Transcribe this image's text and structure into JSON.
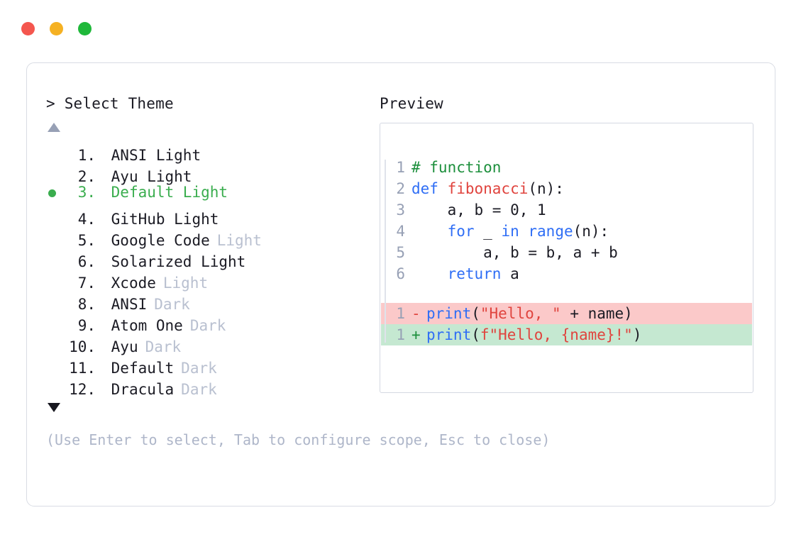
{
  "window": {
    "traffic_lights": [
      {
        "name": "close",
        "color": "#f4564e"
      },
      {
        "name": "minimize",
        "color": "#f5b123"
      },
      {
        "name": "maximize",
        "color": "#1fb83a"
      }
    ]
  },
  "prompt": {
    "marker": ">",
    "title": "Select Theme"
  },
  "scroll": {
    "up_arrow": "triangle-up-icon",
    "down_arrow": "triangle-down-icon"
  },
  "selection": {
    "selected_index": 3,
    "bullet_color": "#3aad4e",
    "highlight_color": "#3aad4e"
  },
  "themes": [
    {
      "index": "1.",
      "name": "ANSI Light",
      "tag": "",
      "selected": false
    },
    {
      "index": "2.",
      "name": "Ayu Light",
      "tag": "",
      "selected": false
    },
    {
      "index": "3.",
      "name": "Default Light",
      "tag": "",
      "selected": true
    },
    {
      "index": "4.",
      "name": "GitHub Light",
      "tag": "",
      "selected": false
    },
    {
      "index": "5.",
      "name": "Google Code",
      "tag": "Light",
      "selected": false
    },
    {
      "index": "6.",
      "name": "Solarized Light",
      "tag": "",
      "selected": false
    },
    {
      "index": "7.",
      "name": "Xcode",
      "tag": "Light",
      "selected": false
    },
    {
      "index": "8.",
      "name": "ANSI",
      "tag": "Dark",
      "selected": false
    },
    {
      "index": "9.",
      "name": "Atom One",
      "tag": "Dark",
      "selected": false
    },
    {
      "index": "10.",
      "name": "Ayu",
      "tag": "Dark",
      "selected": false
    },
    {
      "index": "11.",
      "name": "Default",
      "tag": "Dark",
      "selected": false
    },
    {
      "index": "12.",
      "name": "Dracula",
      "tag": "Dark",
      "selected": false
    }
  ],
  "footer": {
    "hint": "(Use Enter to select, Tab to configure scope, Esc to close)"
  },
  "preview": {
    "heading": "Preview",
    "code_lines": [
      {
        "no": "1",
        "tokens": [
          {
            "t": "# function",
            "c": "comment"
          }
        ]
      },
      {
        "no": "2",
        "tokens": [
          {
            "t": "def ",
            "c": "keyword"
          },
          {
            "t": "fibonacci",
            "c": "func"
          },
          {
            "t": "(n):",
            "c": "plain"
          }
        ]
      },
      {
        "no": "3",
        "tokens": [
          {
            "t": "    a, b = 0, 1",
            "c": "plain"
          }
        ]
      },
      {
        "no": "4",
        "tokens": [
          {
            "t": "    ",
            "c": "plain"
          },
          {
            "t": "for",
            "c": "keyword"
          },
          {
            "t": " _ ",
            "c": "plain"
          },
          {
            "t": "in ",
            "c": "keyword"
          },
          {
            "t": "range",
            "c": "builtin"
          },
          {
            "t": "(n):",
            "c": "plain"
          }
        ]
      },
      {
        "no": "5",
        "tokens": [
          {
            "t": "        a, b = b, a + b",
            "c": "plain"
          }
        ]
      },
      {
        "no": "6",
        "tokens": [
          {
            "t": "    ",
            "c": "plain"
          },
          {
            "t": "return",
            "c": "keyword"
          },
          {
            "t": " a",
            "c": "plain"
          }
        ]
      }
    ],
    "diff_lines": [
      {
        "no": "1",
        "sign": "-",
        "kind": "del",
        "background": "#fbc9c9",
        "tokens": [
          {
            "t": "print",
            "c": "builtin"
          },
          {
            "t": "(",
            "c": "plain"
          },
          {
            "t": "\"Hello, \"",
            "c": "string"
          },
          {
            "t": " + name)",
            "c": "plain"
          }
        ]
      },
      {
        "no": "1",
        "sign": "+",
        "kind": "add",
        "background": "#c5e8d1",
        "tokens": [
          {
            "t": "print",
            "c": "builtin"
          },
          {
            "t": "(",
            "c": "plain"
          },
          {
            "t": "f\"Hello, {name}!\"",
            "c": "string"
          },
          {
            "t": ")",
            "c": "plain"
          }
        ]
      }
    ]
  }
}
